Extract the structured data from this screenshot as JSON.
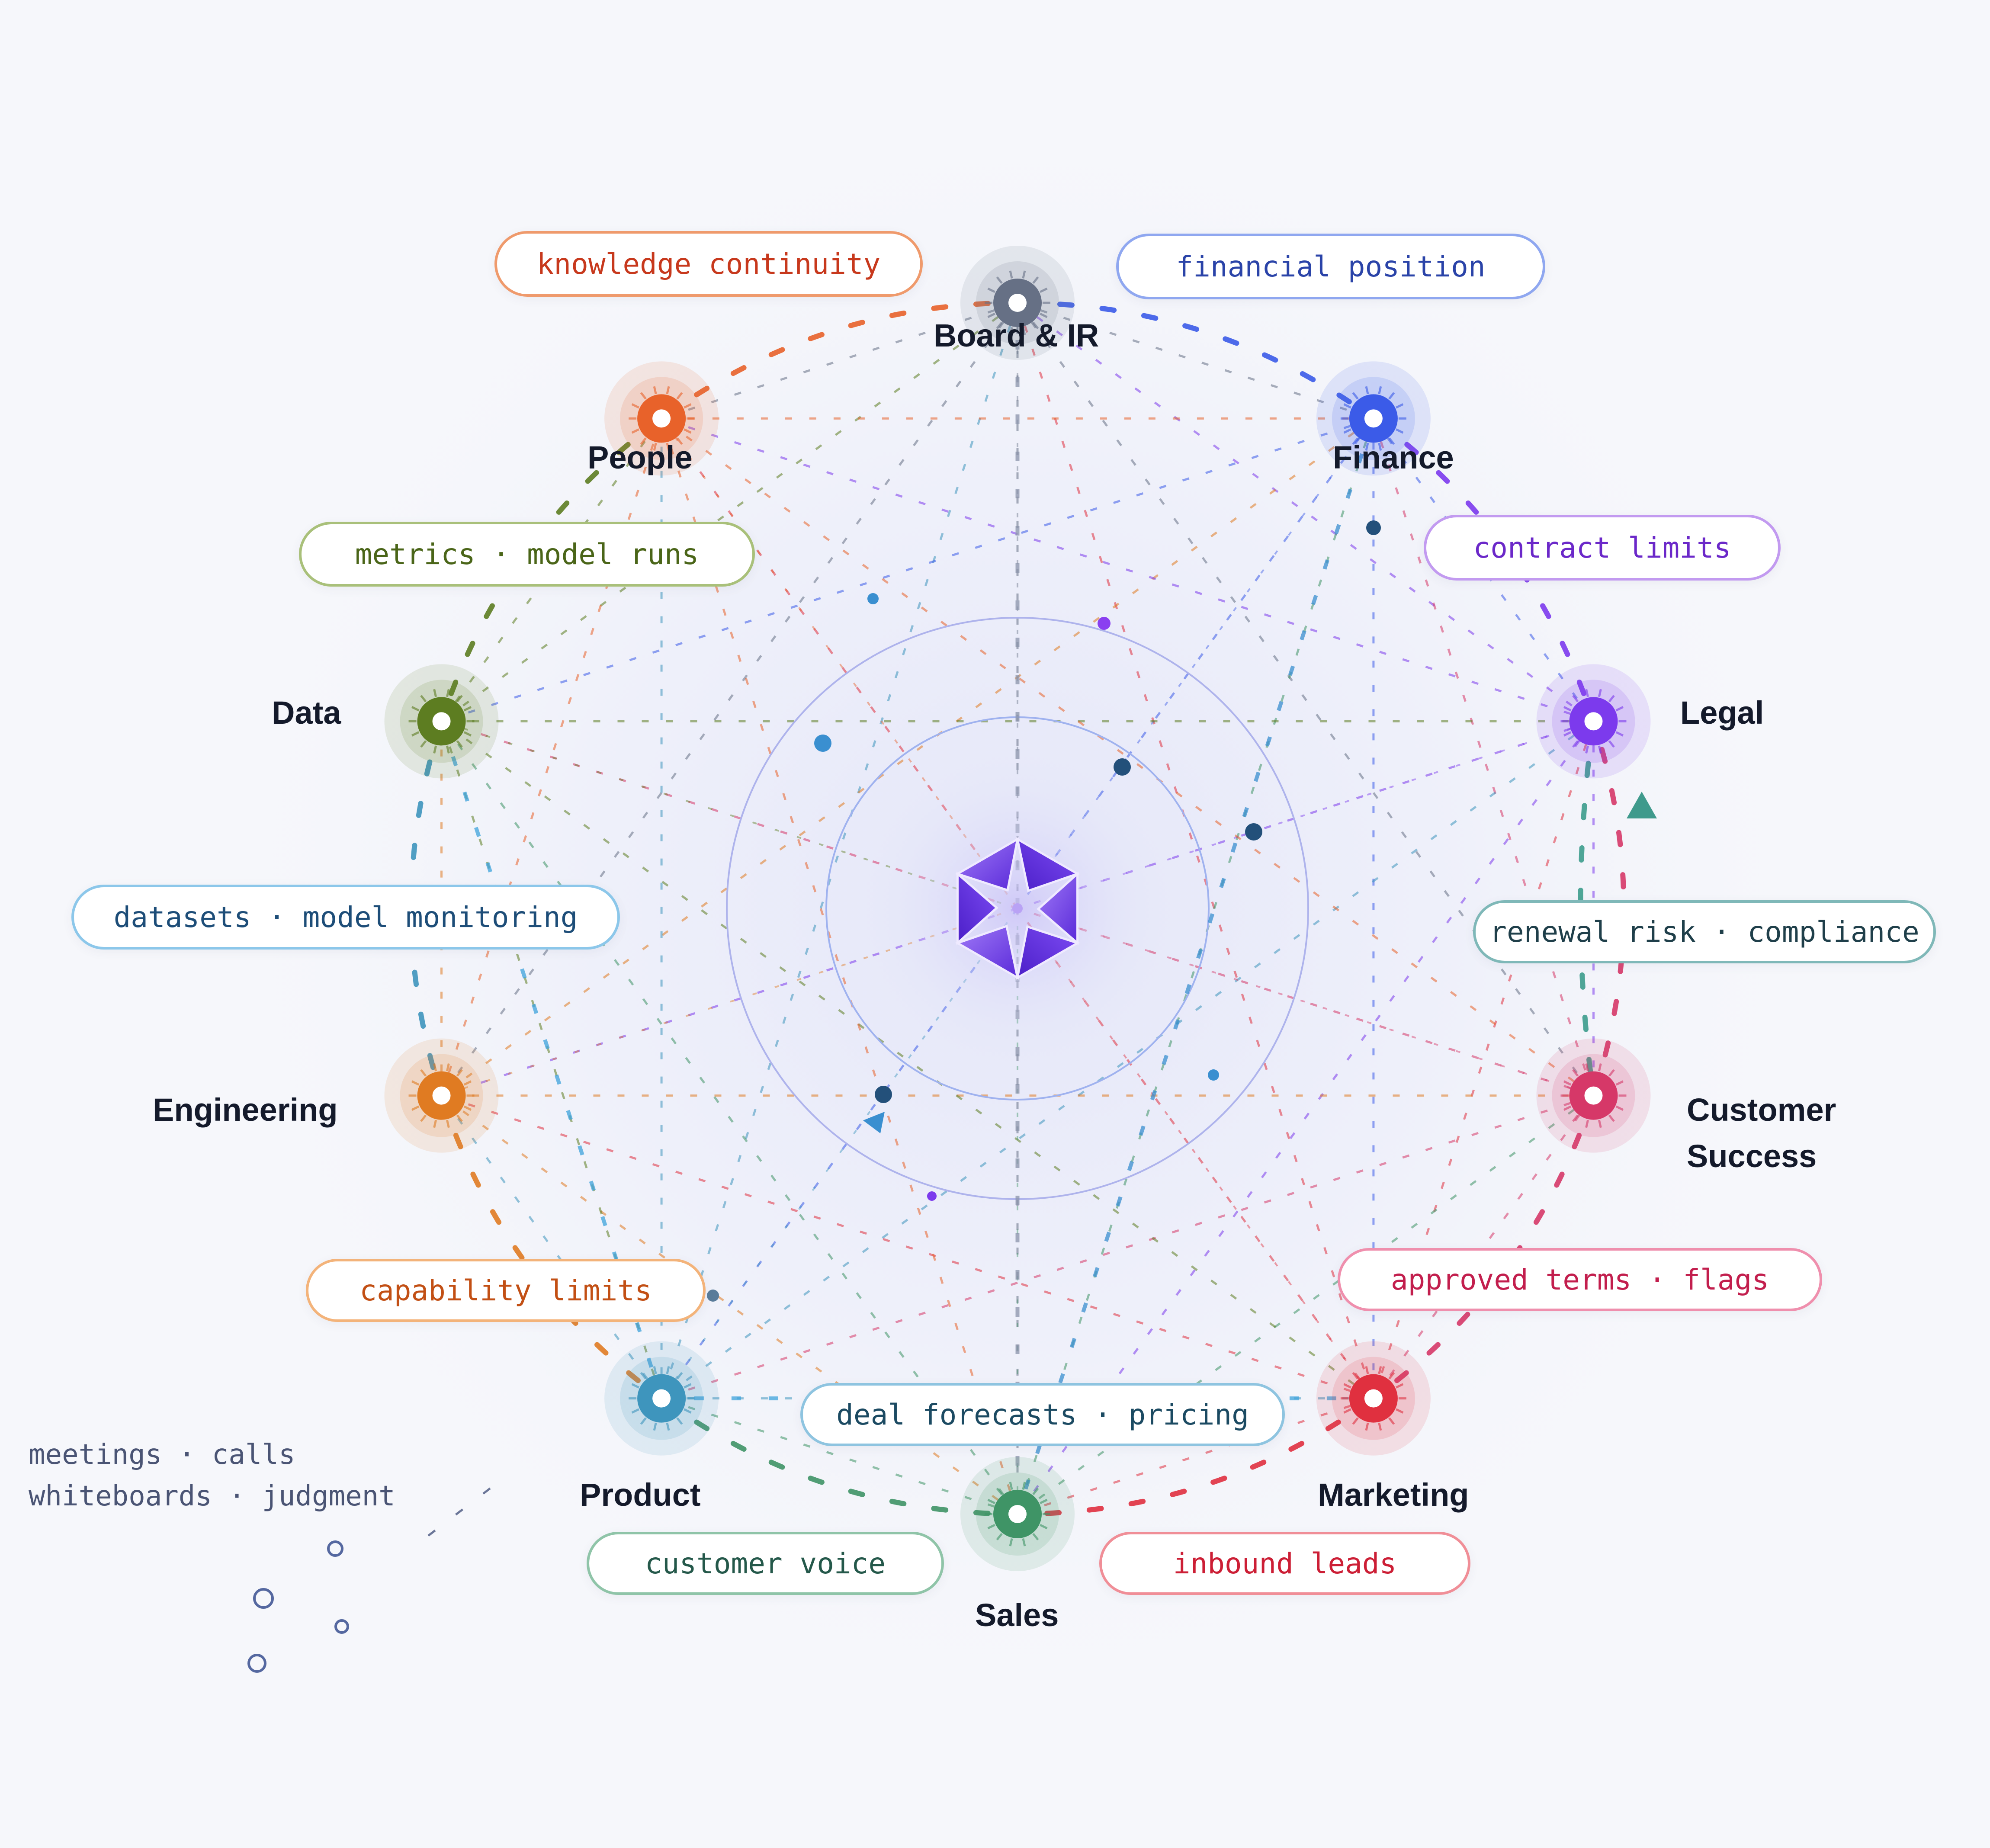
{
  "hub": {
    "icon": "hexagon-aperture-icon",
    "color": "#7b3ff2"
  },
  "nodes": [
    {
      "id": "board",
      "label": "Board & IR",
      "color": "#667085",
      "icon": "board-node-icon"
    },
    {
      "id": "finance",
      "label": "Finance",
      "color": "#3b5be8",
      "icon": "finance-node-icon"
    },
    {
      "id": "legal",
      "label": "Legal",
      "color": "#7c3aed",
      "icon": "legal-node-icon"
    },
    {
      "id": "customer_success",
      "label": "Customer Success",
      "label_lines": [
        "Customer",
        "Success"
      ],
      "color": "#d63868",
      "icon": "customer-success-node-icon"
    },
    {
      "id": "marketing",
      "label": "Marketing",
      "color": "#e0303f",
      "icon": "marketing-node-icon"
    },
    {
      "id": "sales",
      "label": "Sales",
      "color": "#3f9466",
      "icon": "sales-node-icon"
    },
    {
      "id": "product",
      "label": "Product",
      "color": "#3e95bd",
      "icon": "product-node-icon"
    },
    {
      "id": "engineering",
      "label": "Engineering",
      "color": "#e07b22",
      "icon": "engineering-node-icon"
    },
    {
      "id": "data",
      "label": "Data",
      "color": "#5d7d21",
      "icon": "data-node-icon"
    },
    {
      "id": "people",
      "label": "People",
      "color": "#e8622a",
      "icon": "people-node-icon"
    }
  ],
  "flows": [
    {
      "id": "knowledge_continuity",
      "text": "knowledge continuity",
      "color": "#c7381c",
      "border": "#ef9a6c"
    },
    {
      "id": "financial_position",
      "text": "financial position",
      "color": "#2a43a8",
      "border": "#8fa7f0"
    },
    {
      "id": "contract_limits",
      "text": "contract limits",
      "color": "#6b28c9",
      "border": "#c29af0"
    },
    {
      "id": "renewal_compliance",
      "text": "renewal risk · compliance",
      "color": "#1f3f4a",
      "border": "#7fb8b8"
    },
    {
      "id": "approved_terms",
      "text": "approved terms · flags",
      "color": "#c21e4d",
      "border": "#ef8fad"
    },
    {
      "id": "inbound_leads",
      "text": "inbound leads",
      "color": "#cc1e35",
      "border": "#f08e97"
    },
    {
      "id": "deal_forecasts",
      "text": "deal forecasts · pricing",
      "color": "#1b4a62",
      "border": "#8ec4e0"
    },
    {
      "id": "customer_voice",
      "text": "customer voice",
      "color": "#24584a",
      "border": "#8fc4a8"
    },
    {
      "id": "capability_limits",
      "text": "capability limits",
      "color": "#c24f14",
      "border": "#f3b37a"
    },
    {
      "id": "datasets_monitoring",
      "text": "datasets · model monitoring",
      "color": "#1d4d78",
      "border": "#8cc7ea"
    },
    {
      "id": "metrics_runs",
      "text": "metrics · model runs",
      "color": "#4a6518",
      "border": "#a9c07a"
    }
  ],
  "offline_note": {
    "line1": "meetings · calls",
    "line2": "whiteboards · judgment"
  }
}
